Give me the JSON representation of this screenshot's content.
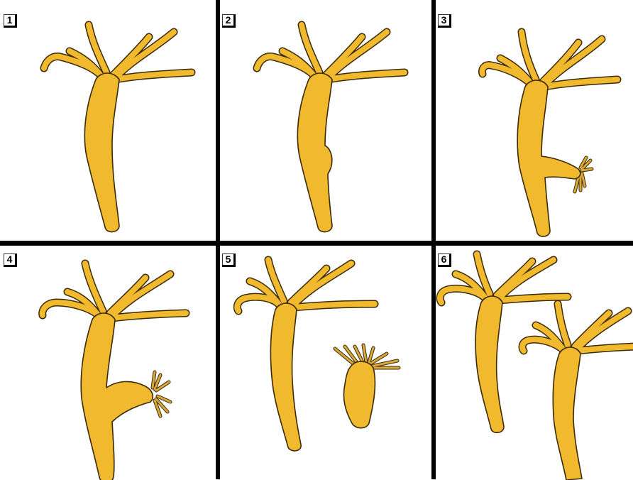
{
  "panels": [
    {
      "label": "1",
      "stage": "adult"
    },
    {
      "label": "2",
      "stage": "bud-swelling"
    },
    {
      "label": "3",
      "stage": "bud-with-tentacles"
    },
    {
      "label": "4",
      "stage": "bud-growing"
    },
    {
      "label": "5",
      "stage": "bud-detached"
    },
    {
      "label": "6",
      "stage": "two-adults"
    }
  ],
  "colors": {
    "body_fill": "#f0b92e",
    "outline": "#3a2a05",
    "background": "#ffffff",
    "divider": "#000000"
  }
}
